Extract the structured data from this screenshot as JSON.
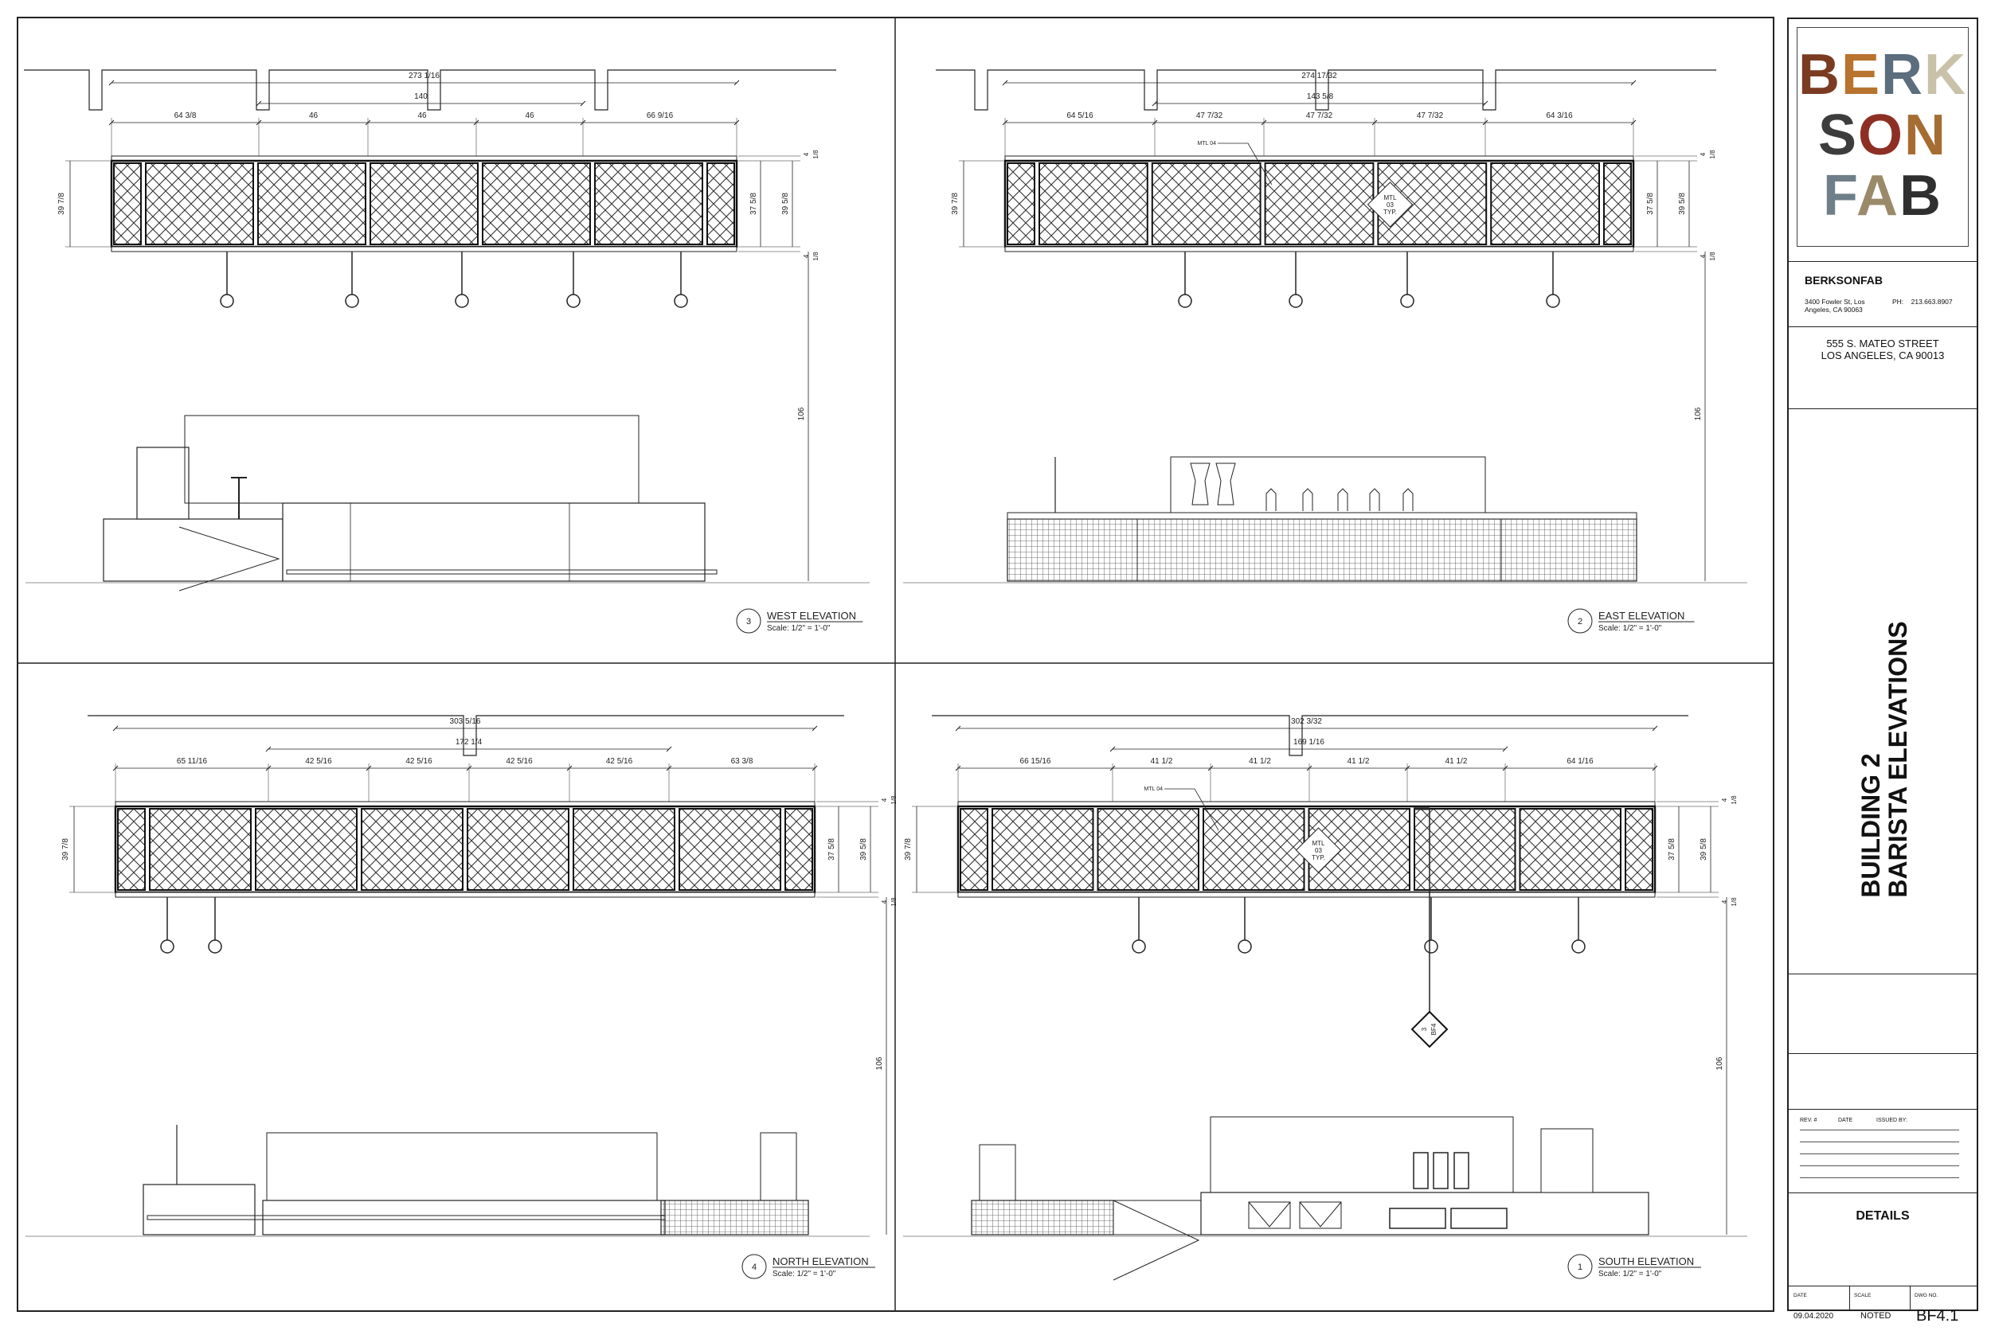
{
  "drawings": [
    {
      "number": "3",
      "title": "WEST ELEVATION",
      "scale": "Scale: 1/2\" = 1'-0\"",
      "overall": "273 1/16",
      "middle": "140",
      "segments": [
        "64 3/8",
        "46",
        "46",
        "46",
        "66 9/16"
      ],
      "side_left": "39 7/8",
      "side_right_a": "37 5/8",
      "side_right_b": "39 5/8",
      "top": "4",
      "top_small": "1/8",
      "bottom": "4",
      "bottom_small": "1/8",
      "height": "106"
    },
    {
      "number": "2",
      "title": "EAST ELEVATION",
      "scale": "Scale: 1/2\" = 1'-0\"",
      "overall": "274 17/32",
      "middle": "143 5/8",
      "segments": [
        "64 5/16",
        "47 7/32",
        "47 7/32",
        "47 7/32",
        "64 3/16"
      ],
      "side_left": "39 7/8",
      "side_right_a": "37 5/8",
      "side_right_b": "39 5/8",
      "top": "4",
      "top_small": "1/8",
      "bottom": "4",
      "bottom_small": "1/8",
      "height": "106",
      "leader": "MTL 04",
      "tag": [
        "MTL",
        "03",
        "TYP."
      ]
    },
    {
      "number": "4",
      "title": "NORTH ELEVATION",
      "scale": "Scale: 1/2\" = 1'-0\"",
      "overall": "303 5/16",
      "middle": "172 1/4",
      "segments": [
        "65 11/16",
        "42 5/16",
        "42 5/16",
        "42 5/16",
        "42 5/16",
        "63 3/8"
      ],
      "side_left": "39 7/8",
      "side_right_a": "37 5/8",
      "side_right_b": "39 5/8",
      "top": "4",
      "top_small": "1/8",
      "bottom": "4",
      "bottom_small": "1/8",
      "height": "106"
    },
    {
      "number": "1",
      "title": "SOUTH ELEVATION",
      "scale": "Scale: 1/2\" = 1'-0\"",
      "overall": "302 3/32",
      "middle": "169 1/16",
      "segments": [
        "66 15/16",
        "41 1/2",
        "41 1/2",
        "41 1/2",
        "41 1/2",
        "64 1/16"
      ],
      "side_left": "39 7/8",
      "side_right_a": "37 5/8",
      "side_right_b": "39 5/8",
      "top": "4",
      "top_small": "1/8",
      "bottom": "4",
      "bottom_small": "1/8",
      "height": "106",
      "leader": "MTL 04",
      "tag": [
        "MTL",
        "03",
        "TYP."
      ],
      "section_tag": [
        "3",
        "BF4"
      ]
    }
  ],
  "titleblock": {
    "logo_rows": [
      [
        "B",
        "E",
        "R",
        "K"
      ],
      [
        "S",
        "O",
        "N"
      ],
      [
        "F",
        "A",
        "B"
      ]
    ],
    "logo_colors": [
      "#7a3b22",
      "#b8732f",
      "#5c6d7d",
      "#c9c1a9",
      "#3d3d3d",
      "#8d2f25",
      "#a56d32",
      "#6f7f89",
      "#9b8a6a",
      "#2f2f2f"
    ],
    "company": "BERKSONFAB",
    "company_address": "3400 Fowler St, Los Angeles, CA 90063",
    "phone_label": "PH:",
    "phone": "213.663.8907",
    "project_address_1": "555 S. MATEO STREET",
    "project_address_2": "LOS ANGELES, CA 90013",
    "sheet_title_1": "BUILDING 2",
    "sheet_title_2": "BARISTA ELEVATIONS",
    "rev_label": "REV. #",
    "date_label": "DATE",
    "issued_label": "ISSUED BY:",
    "details": "DETAILS",
    "footer_date_label": "DATE",
    "footer_scale_label": "SCALE",
    "footer_dwg_label": "DWG NO.",
    "footer_date": "09.04.2020",
    "footer_scale": "NOTED",
    "footer_dwg": "BF4.1"
  }
}
